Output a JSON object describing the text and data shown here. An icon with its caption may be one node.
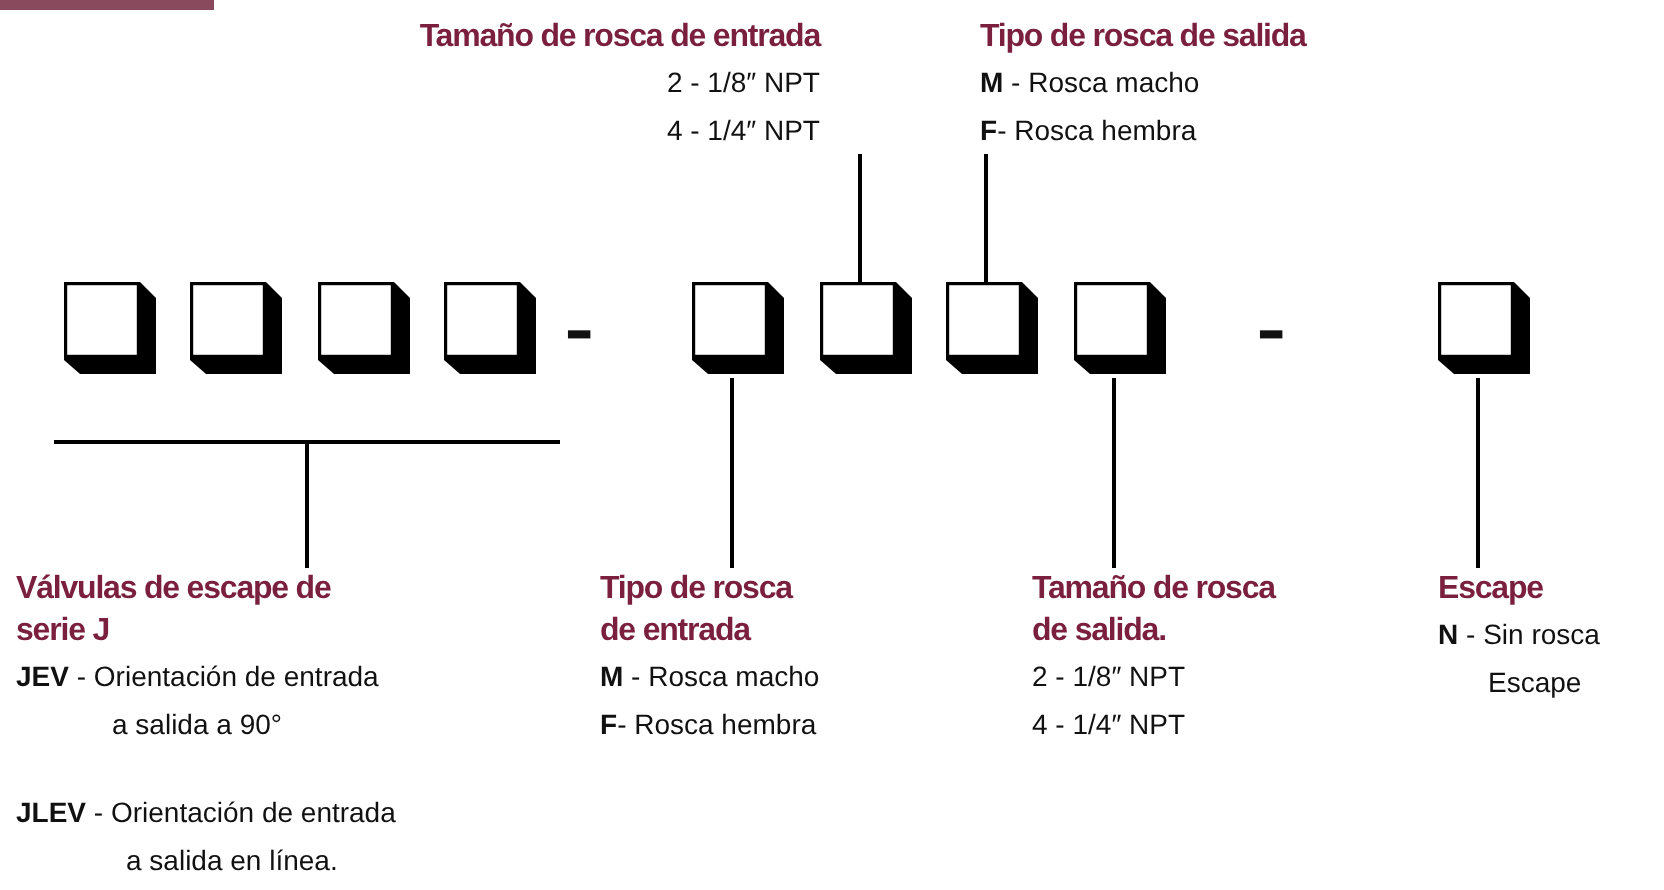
{
  "diagram": {
    "nodes": [
      {
        "text": [
          "Tamaño de rosca de entrada",
          "2 - 1/8″ NPT",
          "4 - 1/4″ NPT"
        ]
      },
      {
        "text": [
          "Tipo de rosca de salida",
          "**M** - Rosca macho",
          "**F**- Rosca hembra"
        ]
      },
      {
        "text": [],
        "shape": "box"
      },
      {
        "text": [],
        "shape": "box"
      },
      {
        "text": [],
        "shape": "box"
      },
      {
        "text": [],
        "shape": "box"
      },
      {
        "text": [],
        "shape": "box"
      },
      {
        "text": [],
        "shape": "box"
      },
      {
        "text": [],
        "shape": "box"
      },
      {
        "text": [],
        "shape": "box"
      },
      {
        "text": [],
        "shape": "box"
      },
      {
        "text": [
          "Válvulas de escape de serie J",
          "**JEV** - Orientación de entrada a salida a 90°",
          "**JLEV** - Orientación de entrada a salida en línea."
        ]
      },
      {
        "text": [
          "Tipo de rosca de entrada",
          "**M** - Rosca macho",
          "**F**- Rosca hembra"
        ]
      },
      {
        "text": [
          "Tamaño de rosca de salida.",
          "2 - 1/8″ NPT",
          "4 - 1/4″ NPT"
        ]
      },
      {
        "text": [
          "Escape",
          "**N** - Sin rosca Escape"
        ]
      }
    ],
    "edges": [
      {
        "from": 0,
        "to": 7,
        "arrow": "none"
      },
      {
        "from": 1,
        "to": 8,
        "arrow": "none"
      },
      {
        "from": 11,
        "to": null,
        "arrow": "none"
      },
      {
        "from": 12,
        "to": 6,
        "arrow": "none"
      },
      {
        "from": 13,
        "to": 9,
        "arrow": "none"
      },
      {
        "from": 14,
        "to": 10,
        "arrow": "none"
      }
    ],
    "labels": [
      "-",
      "-"
    ]
  }
}
